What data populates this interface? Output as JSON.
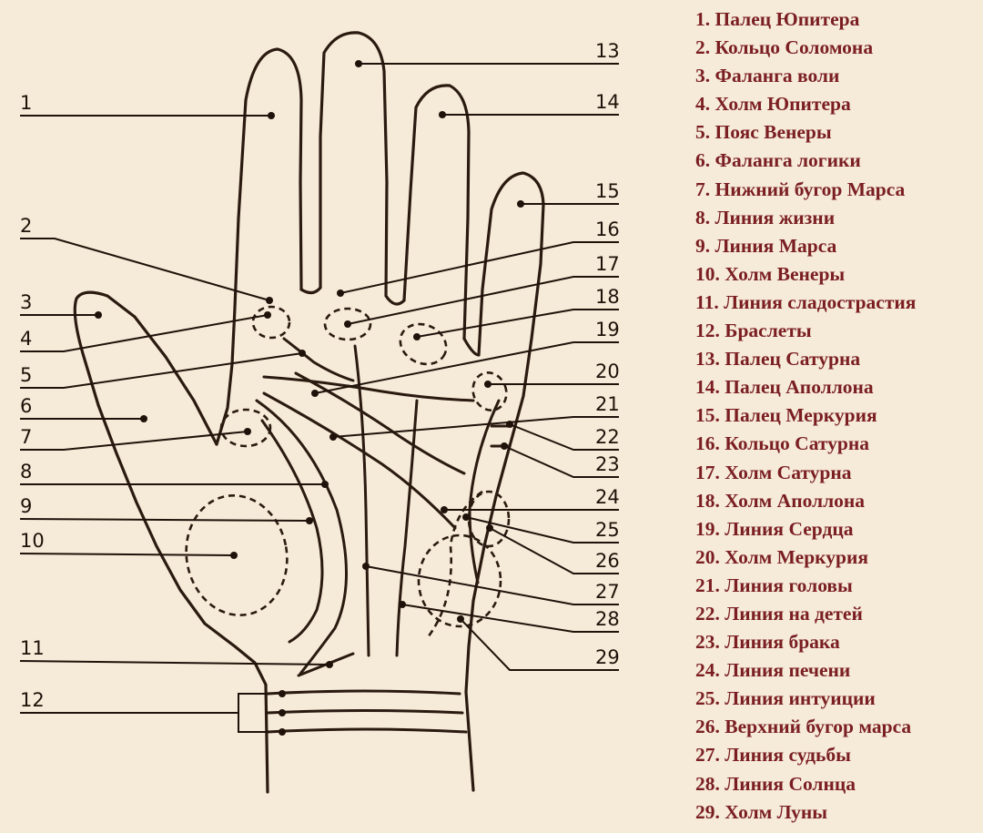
{
  "diagram": {
    "callout_numbers": [
      "1",
      "2",
      "3",
      "4",
      "5",
      "6",
      "7",
      "8",
      "9",
      "10",
      "11",
      "12",
      "13",
      "14",
      "15",
      "16",
      "17",
      "18",
      "19",
      "20",
      "21",
      "22",
      "23",
      "24",
      "25",
      "26",
      "27",
      "28",
      "29"
    ]
  },
  "legend": {
    "items": [
      "1. Палец Юпитера",
      "2. Кольцо Соломона",
      "3.  Фаланга воли",
      "4. Холм Юпитера",
      "5. Пояс Венеры",
      "6. Фаланга логики",
      "7. Нижний бугор Марса",
      "8. Линия жизни",
      "9. Линия Марса",
      "10. Холм Венеры",
      "11. Линия сладострастия",
      "12. Браслеты",
      "13. Палец Сатурна",
      "14. Палец Аполлона",
      "15. Палец Меркурия",
      "16. Кольцо Сатурна",
      "17. Холм Сатурна",
      "18. Холм Аполлона",
      "19. Линия Сердца",
      "20. Холм Меркурия",
      "21. Линия головы",
      "22. Линия  на детей",
      "23. Линия брака",
      "24. Линия печени",
      "25. Линия интуиции",
      "26. Верхний бугор марса",
      "27. Линия судьбы",
      "28. Линия Солнца",
      "29. Холм Луны"
    ]
  }
}
